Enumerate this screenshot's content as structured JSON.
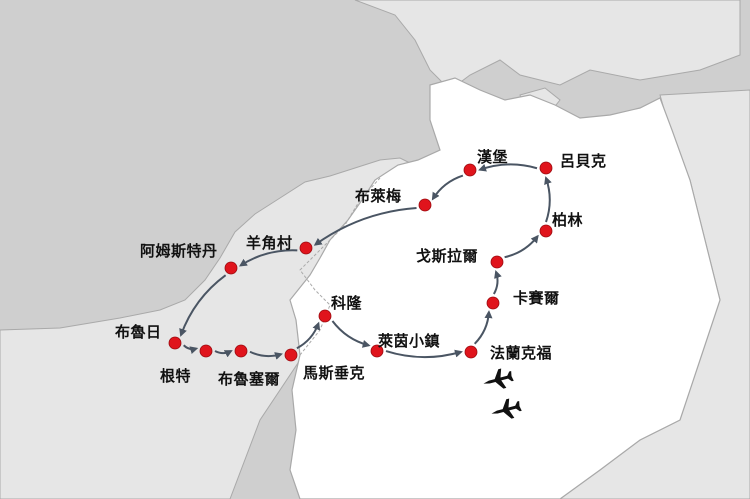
{
  "map": {
    "colors": {
      "sea": "#cfcfcf",
      "other_land": "#e6e6e6",
      "germany": "#ffffff",
      "border": "#a9a9a9",
      "route": "#4a5563",
      "city_dot": "#e0141c",
      "plane": "#111111"
    },
    "cities": [
      {
        "id": "hamburg",
        "label": "漢堡"
      },
      {
        "id": "lubeck",
        "label": "呂貝克"
      },
      {
        "id": "bremen",
        "label": "布萊梅"
      },
      {
        "id": "giethoorn",
        "label": "羊角村"
      },
      {
        "id": "amsterdam",
        "label": "阿姆斯特丹"
      },
      {
        "id": "berlin",
        "label": "柏林"
      },
      {
        "id": "goslar",
        "label": "戈斯拉爾"
      },
      {
        "id": "kassel",
        "label": "卡賽爾"
      },
      {
        "id": "cologne",
        "label": "科隆"
      },
      {
        "id": "bruges",
        "label": "布魯日"
      },
      {
        "id": "ghent",
        "label": "根特"
      },
      {
        "id": "brussels",
        "label": "布魯塞爾"
      },
      {
        "id": "maastricht",
        "label": "馬斯垂克"
      },
      {
        "id": "rhine-town",
        "label": "萊茵小鎮"
      },
      {
        "id": "frankfurt",
        "label": "法蘭克福"
      }
    ],
    "route_order": [
      "frankfurt",
      "kassel",
      "goslar",
      "berlin",
      "lubeck",
      "hamburg",
      "bremen",
      "giethoorn",
      "amsterdam",
      "bruges",
      "ghent",
      "brussels",
      "maastricht",
      "cologne",
      "rhine-town",
      "frankfurt"
    ],
    "icons": [
      "airplane-icon",
      "airplane-icon"
    ]
  }
}
